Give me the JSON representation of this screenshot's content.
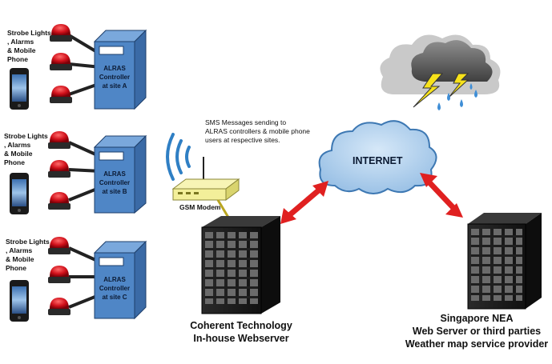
{
  "sites": [
    {
      "devices_label": "Strobe Lights\n, Alarms\n& Mobile\nPhone",
      "controller_label": "ALRAS\nController\nat site A"
    },
    {
      "devices_label": "Strobe Lights\n, Alarms\n& Mobile\nPhone",
      "controller_label": "ALRAS\nController\nat site B"
    },
    {
      "devices_label": "Strobe Lights\n, Alarms\n& Mobile\nPhone",
      "controller_label": "ALRAS\nController\nat site C"
    }
  ],
  "sms_label": "SMS Messages sending to\nALRAS controllers & mobile phone\nusers at respective sites.",
  "gsm_label": "GSM Modem",
  "internet_label": "INTERNET",
  "webserver_label": "Coherent Technology\nIn-house Webserver",
  "nea_label": "Singapore NEA\nWeb Server or third parties\nWeather map service provider",
  "colors": {
    "controller": "#4f86c6",
    "strobe": "#d0101a",
    "cloud": "#b7d4ef",
    "arrow": "#e02020",
    "modem": "#f3ef9a",
    "server": "#1c1c1c"
  }
}
